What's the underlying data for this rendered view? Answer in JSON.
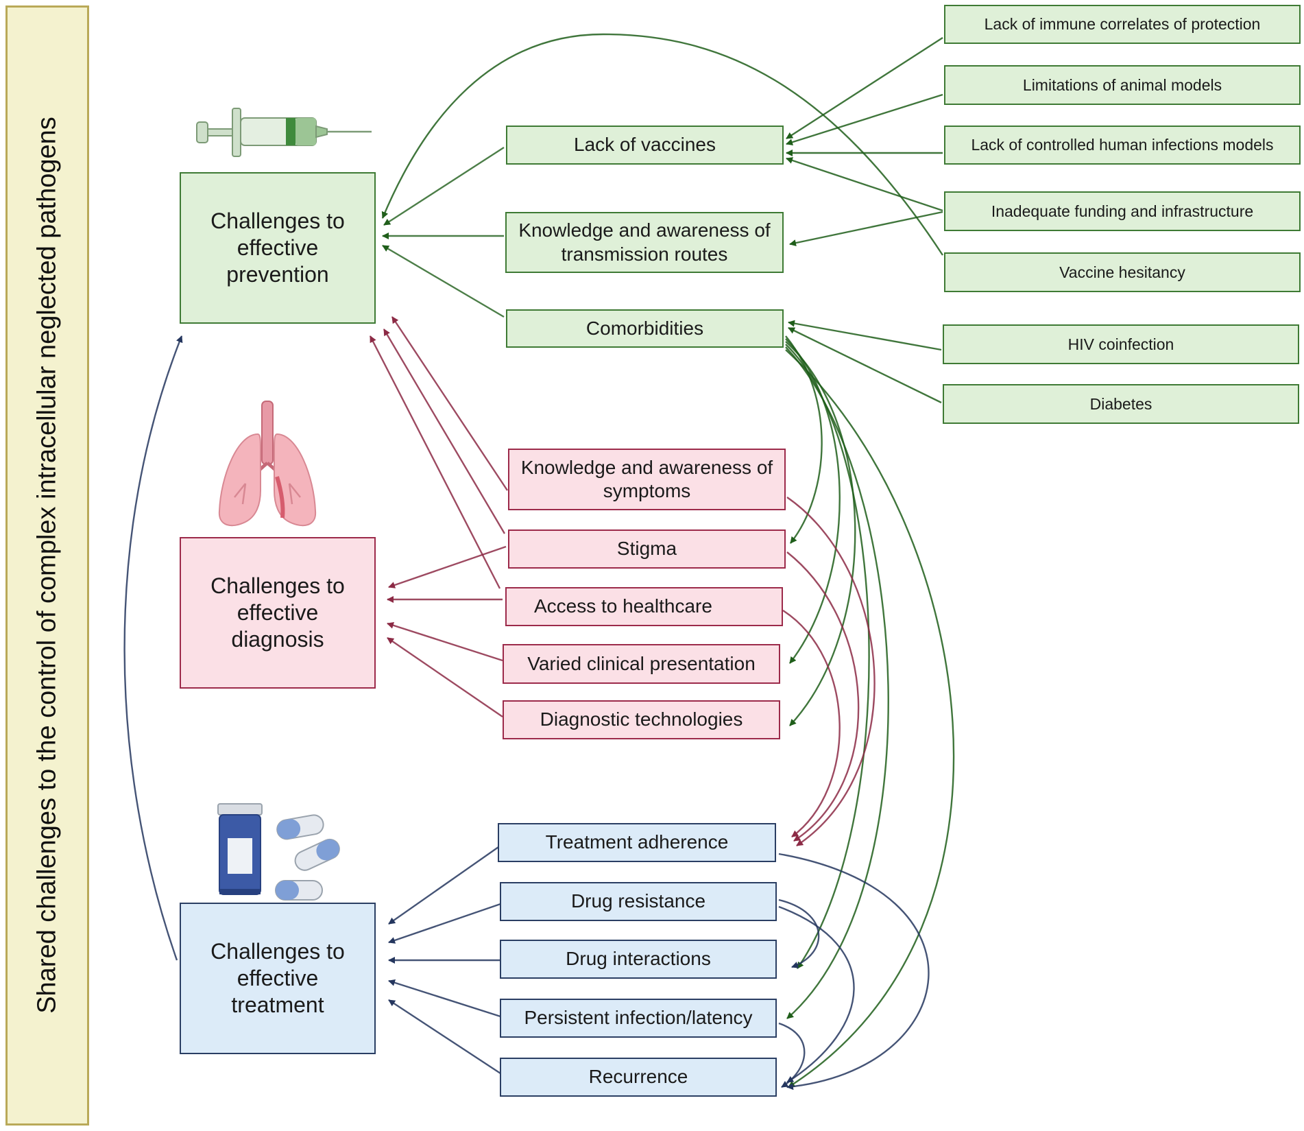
{
  "side_title": "Shared challenges to the control of complex intracellular neglected pathogens",
  "hubs": {
    "prevention": "Challenges to effective prevention",
    "diagnosis": "Challenges to effective diagnosis",
    "treatment": "Challenges to effective treatment"
  },
  "prevention_factors": {
    "vaccines": "Lack of vaccines",
    "transmission": "Knowledge and awareness of transmission routes",
    "comorbidities": "Comorbidities"
  },
  "vaccine_causes": {
    "correlates": "Lack of immune correlates of protection",
    "animal_models": "Limitations of animal models",
    "human_models": "Lack of controlled human infections models",
    "funding": "Inadequate funding and infrastructure",
    "hesitancy": "Vaccine hesitancy"
  },
  "comorbidity_causes": {
    "hiv": "HIV coinfection",
    "diabetes": "Diabetes"
  },
  "diagnosis_factors": {
    "symptoms": "Knowledge and awareness of symptoms",
    "stigma": "Stigma",
    "access": "Access to healthcare",
    "presentation": "Varied clinical presentation",
    "technologies": "Diagnostic technologies"
  },
  "treatment_factors": {
    "adherence": "Treatment adherence",
    "resistance": "Drug resistance",
    "interactions": "Drug interactions",
    "persistent": "Persistent infection/latency",
    "recurrence": "Recurrence"
  },
  "colors": {
    "green_arrow": "#1f5e1a",
    "red_arrow": "#8c2a45",
    "blue_arrow": "#24365e"
  },
  "icons": [
    "syringe-icon",
    "lungs-icon",
    "pill-bottle-icon"
  ]
}
